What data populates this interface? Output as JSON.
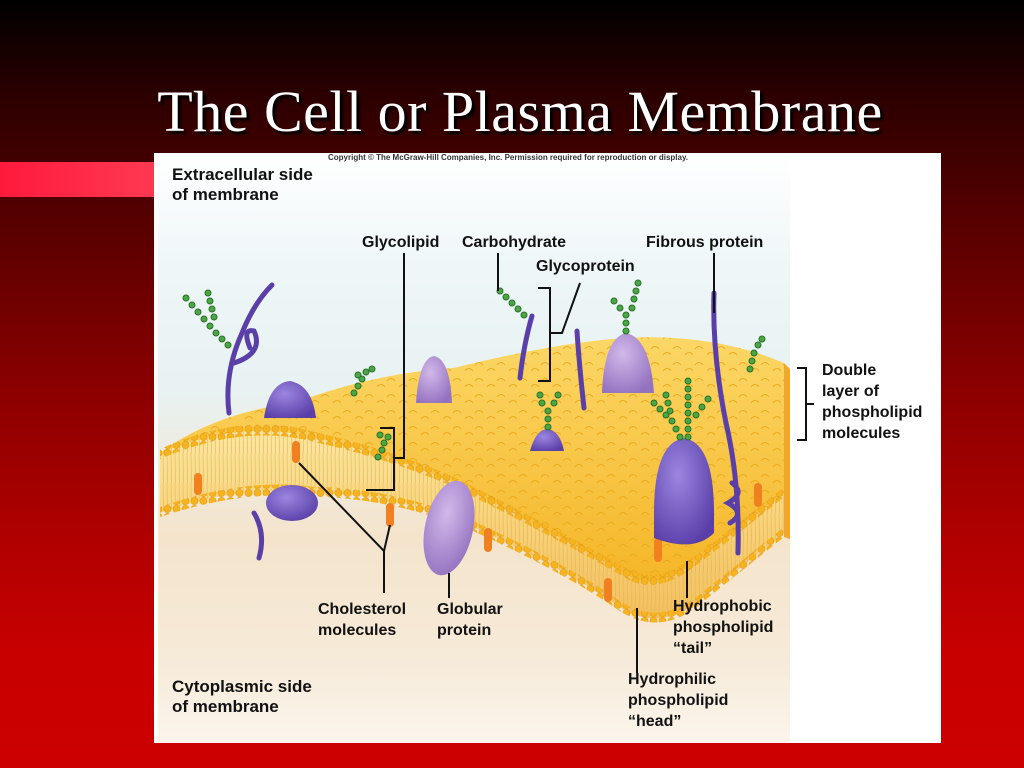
{
  "slide": {
    "title": "The Cell or Plasma Membrane",
    "colors": {
      "background_top": "#000000",
      "background_bottom": "#cc0000",
      "accent_bar": "#ff2a44",
      "title_text": "#ffffff"
    }
  },
  "figure": {
    "copyright": "Copyright © The McGraw-Hill Companies, Inc. Permission required for reproduction or display.",
    "side_labels": {
      "extracellular_line1": "Extracellular side",
      "extracellular_line2": "of membrane",
      "cytoplasmic_line1": "Cytoplasmic side",
      "cytoplasmic_line2": "of membrane"
    },
    "labels": {
      "glycolipid": "Glycolipid",
      "carbohydrate": "Carbohydrate",
      "glycoprotein": "Glycoprotein",
      "fibrous_protein": "Fibrous protein",
      "double_layer_1": "Double",
      "double_layer_2": "layer of",
      "double_layer_3": "phospholipid",
      "double_layer_4": "molecules",
      "cholesterol_1": "Cholesterol",
      "cholesterol_2": "molecules",
      "globular_1": "Globular",
      "globular_2": "protein",
      "hydrophobic_1": "Hydrophobic",
      "hydrophobic_2": "phospholipid",
      "hydrophobic_3": "“tail”",
      "hydrophilic_1": "Hydrophilic",
      "hydrophilic_2": "phospholipid",
      "hydrophilic_3": "“head”"
    },
    "colors": {
      "membrane_head": "#f5b321",
      "membrane_surface": "#f9c840",
      "protein_purple": "#6a4fb8",
      "protein_lilac": "#a887c9",
      "carbohydrate_green": "#3f9a3a",
      "cholesterol_orange": "#f08020"
    }
  }
}
